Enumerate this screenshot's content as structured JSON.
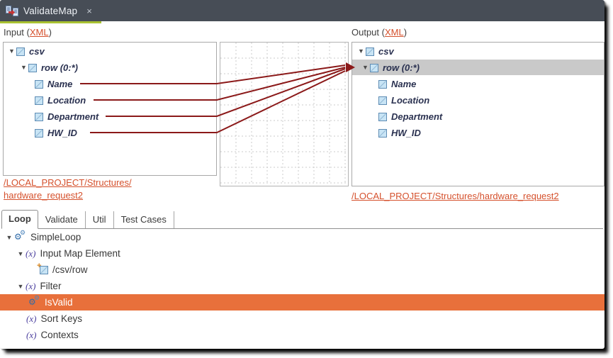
{
  "tab": {
    "title": "ValidateMap",
    "close_glyph": "×"
  },
  "input_panel": {
    "header_prefix": "Input (",
    "header_link": "XML",
    "header_suffix": ")",
    "tree": [
      {
        "label": "csv"
      },
      {
        "label": "row (0:*)"
      },
      {
        "label": "Name"
      },
      {
        "label": "Location"
      },
      {
        "label": "Department"
      },
      {
        "label": "HW_ID"
      }
    ],
    "link_line1": "/LOCAL_PROJECT/Structures/",
    "link_line2": "hardware_request2"
  },
  "output_panel": {
    "header_prefix": "Output (",
    "header_link": "XML",
    "header_suffix": ")",
    "tree": [
      {
        "label": "csv"
      },
      {
        "label": "row (0:*)"
      },
      {
        "label": "Name"
      },
      {
        "label": "Location"
      },
      {
        "label": "Department"
      },
      {
        "label": "HW_ID"
      }
    ],
    "link": "/LOCAL_PROJECT/Structures/hardware_request2"
  },
  "mappings": {
    "target": "row (0:*)",
    "sources": [
      "Name",
      "Location",
      "Department",
      "HW_ID"
    ]
  },
  "bottom": {
    "tabs": [
      "Loop",
      "Validate",
      "Util",
      "Test Cases"
    ],
    "active_tab": "Loop",
    "tree": [
      {
        "label": "SimpleLoop"
      },
      {
        "label": "Input Map Element"
      },
      {
        "label": "/csv/row"
      },
      {
        "label": "Filter"
      },
      {
        "label": "IsValid"
      },
      {
        "label": "Sort Keys"
      },
      {
        "label": "Contexts"
      }
    ],
    "selected_item": "IsValid"
  },
  "colors": {
    "tabbar_bg": "#474d56",
    "active_tab_accent": "#a9c232",
    "mapping_line": "#8b1919",
    "link_orange": "#d5512d",
    "selected_row_gray": "#c9c9c9",
    "selected_row_orange": "#e8703b"
  }
}
